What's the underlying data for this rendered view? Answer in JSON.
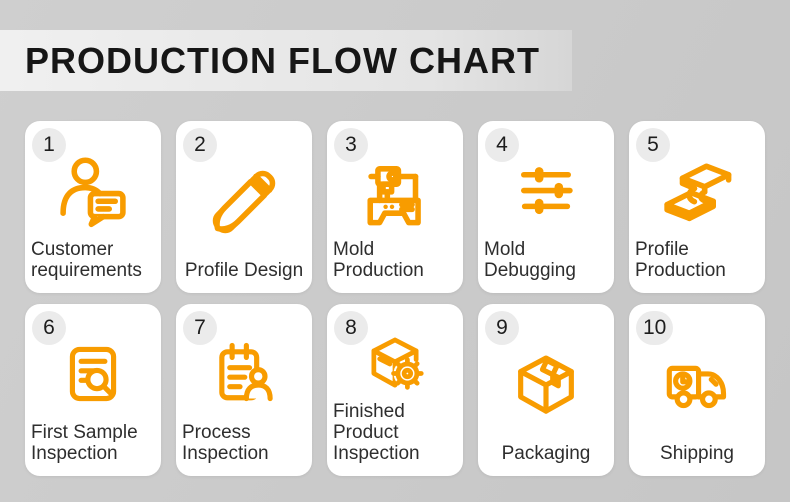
{
  "title": "PRODUCTION FLOW CHART",
  "colors": {
    "accent": "#F89C00",
    "background": "#CACACA",
    "card": "#FFFFFF",
    "badge": "#EBEBEB",
    "text": "#2E2E2E",
    "title_text": "#161616",
    "band_start": "#F0F0F0",
    "band_end": "#D6D6D6"
  },
  "cards": [
    {
      "number": "1",
      "label": "Customer requirements",
      "icon": "customer-requirements-icon"
    },
    {
      "number": "2",
      "label": "Profile Design",
      "icon": "profile-design-icon"
    },
    {
      "number": "3",
      "label": "Mold Production",
      "icon": "mold-production-icon"
    },
    {
      "number": "4",
      "label": "Mold Debugging",
      "icon": "mold-debugging-icon"
    },
    {
      "number": "5",
      "label": "Profile Production",
      "icon": "profile-production-icon"
    },
    {
      "number": "6",
      "label": "First Sample Inspection",
      "icon": "first-sample-inspection-icon"
    },
    {
      "number": "7",
      "label": "Process Inspection",
      "icon": "process-inspection-icon"
    },
    {
      "number": "8",
      "label": "Finished Product Inspection",
      "icon": "finished-product-inspection-icon"
    },
    {
      "number": "9",
      "label": "Packaging",
      "icon": "packaging-icon"
    },
    {
      "number": "10",
      "label": "Shipping",
      "icon": "shipping-icon"
    }
  ]
}
